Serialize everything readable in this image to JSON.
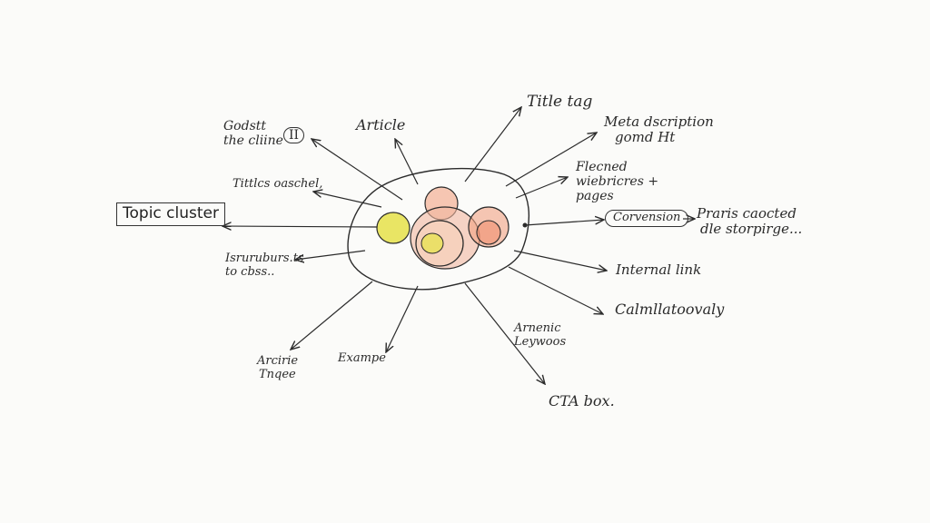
{
  "diagram": {
    "center": {
      "colors": {
        "ink": "#2b2b2b",
        "yellow": "#e3e04a",
        "salmon": "#f2a98a",
        "orange": "#ee8a6a"
      }
    },
    "labels": {
      "topic_cluster": "Topic cluster",
      "goodstt_line1": "Godstt",
      "goodstt_line2": "the cliine",
      "goodstt_glyph": "II",
      "article": "Article",
      "title_tag": "Title tag",
      "meta_line1": "Meta dscription",
      "meta_line2": "gomd Ht",
      "flecned_line1": "Flecned",
      "flecned_line2": "wiebricres +",
      "flecned_line3": "pages",
      "titles": "Tittlcs oaschel,",
      "conversion": "Corvension",
      "praris_line1": "Praris caocted",
      "praris_line2": "dle storpirge...",
      "isruruburs_line1": "Isruruburs.ts",
      "isruruburs_line2": "to cbss..",
      "internal_link": "Internal link",
      "calmall": "Calmllatoovaly",
      "arcirie_line1": "Arcirie",
      "arcirie_line2": "Tnqee",
      "example": "Exampe",
      "arnenic_line1": "Arnenic",
      "arnenic_line2": "Leywoos",
      "cta_box": "CTA box."
    }
  }
}
